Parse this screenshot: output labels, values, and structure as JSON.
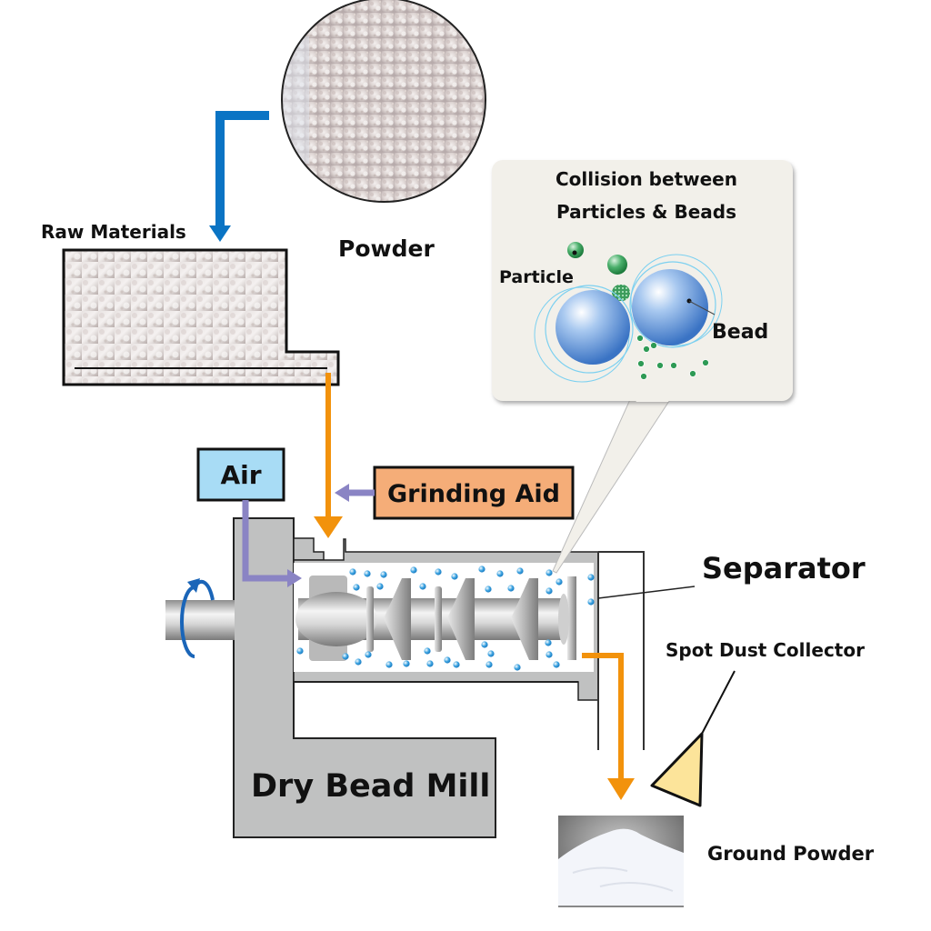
{
  "diagram": {
    "title": "Dry Bead Mill Process",
    "labels": {
      "powder": "Powder",
      "raw_materials": "Raw Materials",
      "collision_title_line1": "Collision between",
      "collision_title_line2": "Particles & Beads",
      "particle": "Particle",
      "bead": "Bead",
      "air": "Air",
      "grinding_aid": "Grinding Aid",
      "separator": "Separator",
      "spot_dust_collector": "Spot Dust Collector",
      "dry_bead_mill": "Dry Bead Mill",
      "ground_powder": "Ground Powder"
    },
    "colors": {
      "feed_arrow": "#0a74c4",
      "material_flow": "#f2920c",
      "air_flow": "#8a84c4",
      "air_box": "#a8dcf5",
      "grinding_aid_box": "#f5ad78",
      "mill_body": "#c0c1c1",
      "bead_blue": "#4a8fdc",
      "particle_green": "#2e9a55",
      "callout_bg": "#f2f0ea",
      "dust_collector": "#fce49a"
    },
    "flows": [
      {
        "from": "Powder",
        "to": "Raw Materials",
        "kind": "feed"
      },
      {
        "from": "Raw Materials",
        "to": "Dry Bead Mill",
        "kind": "material"
      },
      {
        "from": "Grinding Aid",
        "to": "Dry Bead Mill",
        "kind": "additive"
      },
      {
        "from": "Air",
        "to": "Dry Bead Mill",
        "kind": "air"
      },
      {
        "from": "Separator",
        "to": "Ground Powder",
        "kind": "material"
      }
    ]
  }
}
